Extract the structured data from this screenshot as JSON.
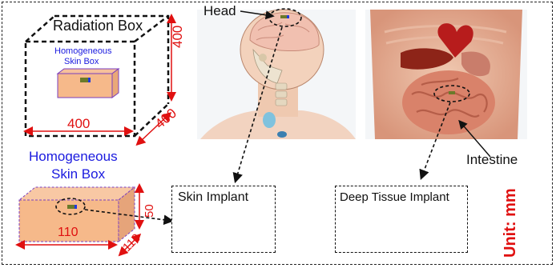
{
  "radiation_box": {
    "title": "Radiation Box",
    "inner_label_line1": "Homogeneous",
    "inner_label_line2": "Skin Box",
    "dim_width": "400",
    "dim_height": "400",
    "dim_depth": "400"
  },
  "head": {
    "label": "Head"
  },
  "intestine": {
    "label": "Intestine"
  },
  "skin_box": {
    "title_line1": "Homogeneous",
    "title_line2": "Skin Box",
    "dim_length": "110",
    "dim_depth": "110",
    "dim_height": "50"
  },
  "skin_implant": {
    "label": "Skin Implant"
  },
  "deep_tissue_implant": {
    "label": "Deep Tissue Implant"
  },
  "units": {
    "label": "Unit: mm"
  },
  "colors": {
    "skin": "#f6b98a",
    "skin_edge": "#7b3fbf",
    "blue_text": "#1a1adf",
    "red_dim": "#e01010",
    "implant_board": "#8a9b2a",
    "implant_blue": "#1f39e0",
    "implant_orange": "#e68a2e"
  }
}
